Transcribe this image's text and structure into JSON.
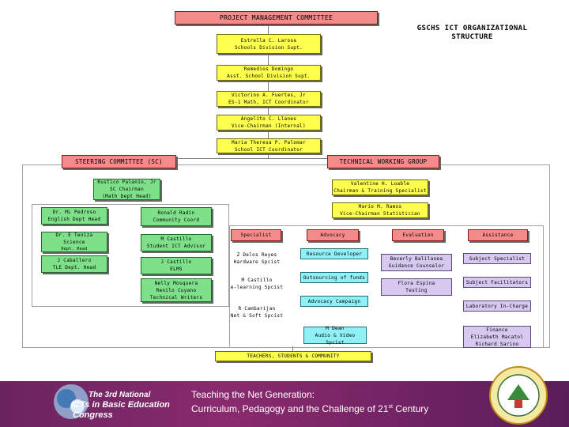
{
  "title": "GSCHS ICT ORGANIZATIONAL STRUCTURE",
  "top": {
    "pmc": "PROJECT MANAGEMENT COMMITTEE",
    "chain": [
      [
        "Estrella C. Larosa",
        "Schools Division Supt."
      ],
      [
        "Remedios Domingo",
        "Asst. School Division Supt."
      ],
      [
        "Victorino A. Fuertes, Jr",
        "ES-1 Math, ICT Coordinator"
      ],
      [
        "Angelito C. Llanes",
        "Vice-Chairman (Internal)"
      ],
      [
        "Maria Theresa P. Palomar",
        "School ICT Coordinator"
      ]
    ]
  },
  "steering": {
    "header": "STEERING COMMITTEE (SC)",
    "chair": [
      "Rustico Palanio, Jr",
      "SC Chairman",
      "(Math Dept Head)"
    ],
    "heads": [
      [
        "Dr. ML Pedroso",
        "English Dept Head"
      ],
      [
        "Dr. E Teniza",
        "Science",
        "Dept. Head"
      ],
      [
        "J Caballero",
        "TLE Dept. Head"
      ]
    ],
    "members": [
      [
        "Ronald Radin",
        "Community Coord"
      ],
      [
        "M Castillo",
        "Student ICT Advisor"
      ],
      [
        "J Castillo",
        "ELMS"
      ],
      [
        "Nelly Mosquera",
        "Renilo Cuyano",
        "Technical Writers"
      ]
    ]
  },
  "twg": {
    "header": "TECHNICAL WORKING GROUP",
    "chair": [
      "Valentine H. Loable",
      "Chairman & Training Specialist"
    ],
    "vice": [
      "Mario M. Ramos",
      "Vice-Chairman Statistician"
    ],
    "columns": [
      "Specialist",
      "Advocacy",
      "Evaluation",
      "Assistance"
    ],
    "specialist": [
      [
        "Z Delos Reyes",
        "Hardware Spcist"
      ],
      [
        "M Castillo",
        "e-learning Spcist"
      ],
      [
        "R Cambarijan",
        "Net & Soft Spcist"
      ],
      [
        "M Dean",
        "Audio & Video Spcist"
      ]
    ],
    "advocacy": [
      "Resource Developer",
      "Outsourcing of funds",
      "Advocacy Campaign"
    ],
    "evaluation": [
      [
        "Beverly Balilasea",
        "Guidance Counselor"
      ],
      [
        "Flora Espina",
        "Testing"
      ]
    ],
    "assistance": [
      [
        "Subject Specialist"
      ],
      [
        "Subject Facilitators"
      ],
      [
        "Laboratory In-Charge"
      ],
      [
        "Finance",
        "Elizabeth Macatol",
        "Richard Sarino"
      ]
    ]
  },
  "bottom": "TEACHERS, STUDENTS & COMMUNITY",
  "footer": {
    "congress_line1": "The 3rd National",
    "congress_line2": "ICTs in Basic Education",
    "congress_line3": "Congress",
    "tagline_line1": "Teaching the Net Generation:",
    "tagline_line2_pre": "Curriculum, Pedagogy and the Challenge of 21",
    "tagline_sup": "st",
    "tagline_line2_post": " Century"
  },
  "colors": {
    "pink": "#f58a8a",
    "yellow": "#ffff4d",
    "green": "#7fe08a",
    "cyan": "#8ff0f5",
    "lavender": "#d7c8f0",
    "footer": "#6a2460"
  }
}
